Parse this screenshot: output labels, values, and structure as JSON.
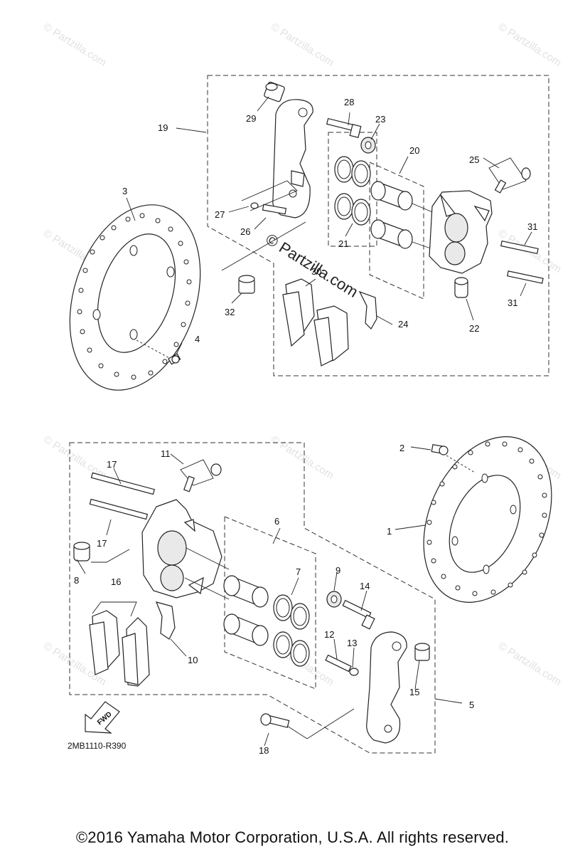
{
  "diagram_code": "2MB1110-R390",
  "copyright": "©2016  Yamaha Motor Corporation, U.S.A. All rights reserved.",
  "watermark": "© Partzilla.com",
  "fwd_label": "FWD",
  "callouts": [
    "1",
    "2",
    "3",
    "4",
    "5",
    "6",
    "7",
    "8",
    "9",
    "10",
    "11",
    "12",
    "13",
    "14",
    "15",
    "16",
    "17",
    "17",
    "19",
    "20",
    "21",
    "22",
    "23",
    "24",
    "25",
    "26",
    "27",
    "28",
    "29",
    "30",
    "31",
    "31",
    "32",
    "18"
  ]
}
